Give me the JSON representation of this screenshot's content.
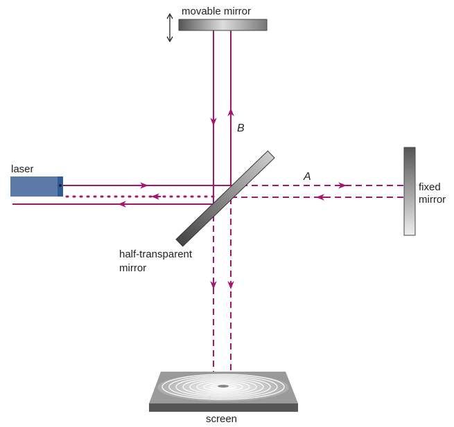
{
  "labels": {
    "movable_mirror": "movable mirror",
    "fixed_mirror_1": "fixed",
    "fixed_mirror_2": "mirror",
    "laser": "laser",
    "half_mirror_1": "half-transparent",
    "half_mirror_2": "mirror",
    "screen": "screen",
    "path_a": "A",
    "path_b": "B"
  },
  "colors": {
    "beam": "#a3156e",
    "laser": "#5b7aa8",
    "mirror": "#8a8a8a"
  }
}
